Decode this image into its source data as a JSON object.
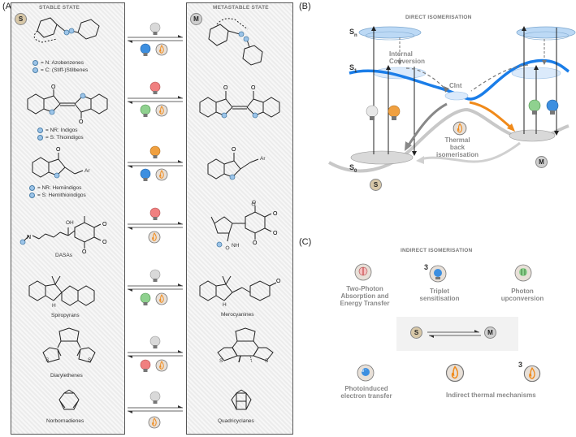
{
  "panels": {
    "a": "(A)",
    "b": "(B)",
    "c": "(C)"
  },
  "panel_a": {
    "stable_header": "STABLE STATE",
    "metastable_header": "METASTABLE STATE",
    "s_badge": "S",
    "m_badge": "M",
    "classes": [
      {
        "legend": [
          "= N: Azobenzenes",
          "= C: (Stiff-)Stilbenes"
        ]
      },
      {
        "legend": [
          "= NR: Indigos",
          "= S: Thioindigos"
        ]
      },
      {
        "legend": [
          "= NR: Hemiindigos",
          "= S: Hemithioindigos"
        ],
        "ar_left": "Ar",
        "ar_right": "Ar"
      },
      {
        "name": "DASAs",
        "oh": "OH",
        "o_minus": "O",
        "nh": "NH"
      },
      {
        "name_left": "Spiropyrans",
        "name_right": "Merocyanines",
        "h_left": "H",
        "h_right": "H"
      },
      {
        "name": "Diarylethenes",
        "s1": "S",
        "s2": "S",
        "s3": "S",
        "s4": "S"
      },
      {
        "name_left": "Norbornadienes",
        "name_right": "Quadricyclanes"
      }
    ],
    "bulb_colors": {
      "grey": "#d9d9d9",
      "blue": "#3d8fe0",
      "red": "#f08080",
      "green": "#8fd18f",
      "orange": "#f0a040"
    }
  },
  "panel_b": {
    "title": "DIRECT ISOMERISATION",
    "sn": "S",
    "sn_sub": "n",
    "s1": "S",
    "s1_sub": "1",
    "s0": "S",
    "s0_sub": "0",
    "internal_conversion": "Internal\nConversion",
    "cint": "CInt",
    "thermal": "Thermal\nback\nisomerisation",
    "s_badge": "S",
    "m_badge": "M",
    "s1_curve_color": "#1a7de8",
    "orange_arrow_color": "#f08a1a"
  },
  "panel_c": {
    "title": "INDIRECT ISOMERISATION",
    "two_photon": "Two-Photon\nAbsorption and\nEnergy Transfer",
    "triplet_label": "Triplet\nsensitisation",
    "triplet_superscript": "3",
    "upconversion": "Photon\nupconversion",
    "s_badge": "S",
    "m_badge": "M",
    "pet": "Photoinduced\nelectron transfer",
    "pet_electron": "e⁻",
    "indirect_thermal": "Indirect thermal mechanisms",
    "thermal_superscript": "3"
  }
}
